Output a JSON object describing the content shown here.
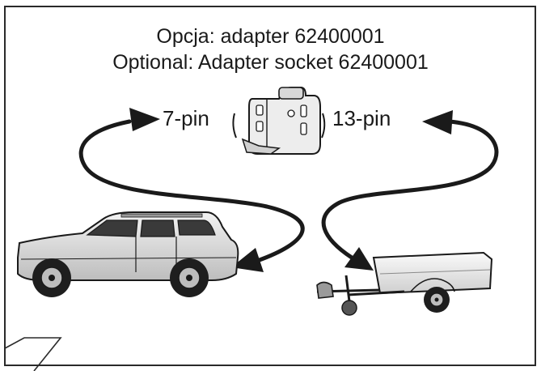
{
  "title": {
    "line1": "Opcja: adapter 62400001",
    "line2": "Optional: Adapter socket 62400001"
  },
  "labels": {
    "left_pin": "7-pin",
    "right_pin": "13-pin"
  },
  "colors": {
    "border": "#2a2a2a",
    "line": "#1a1a1a",
    "car_body": "#d9d9d9",
    "trailer_body": "#e6e6e6",
    "tire": "#1e1e1e"
  }
}
